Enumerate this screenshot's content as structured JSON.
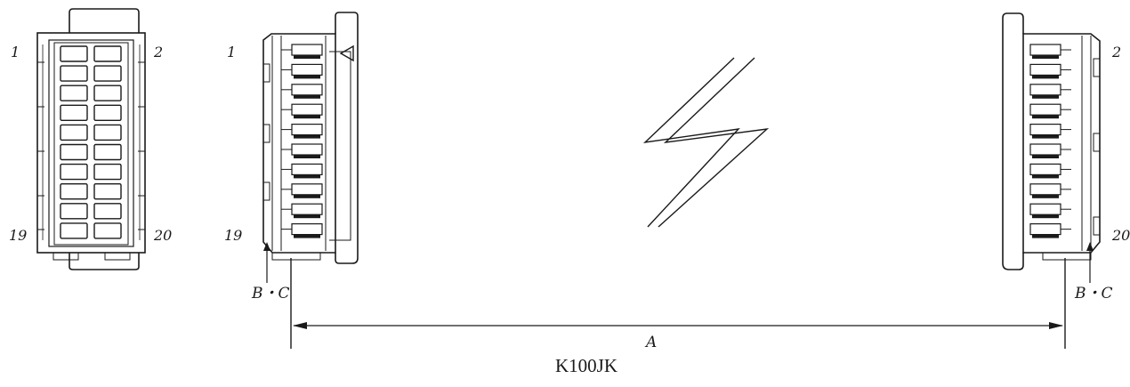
{
  "front_view": {
    "pin_top_left": "1",
    "pin_top_right": "2",
    "pin_bottom_left": "19",
    "pin_bottom_right": "20"
  },
  "left_connector": {
    "pin_top": "1",
    "pin_bottom": "19",
    "ref_label": "B・C"
  },
  "right_connector": {
    "pin_top": "2",
    "pin_bottom": "20",
    "ref_label": "B・C"
  },
  "dimension": {
    "label": "A"
  },
  "caption": "K100JK",
  "colors": {
    "line": "#1a1a1a",
    "background": "#ffffff"
  }
}
